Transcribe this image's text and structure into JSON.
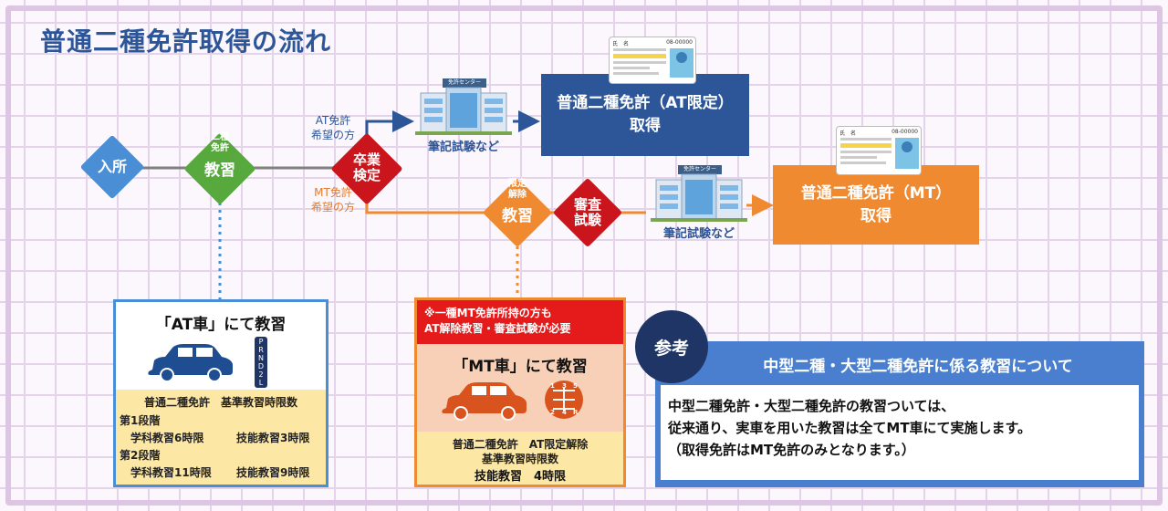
{
  "title": "普通二種免許取得の流れ",
  "flow": {
    "entry": "入所",
    "training_small": "二種\n免許",
    "training_main": "教習",
    "graduation": "卒業\n検定",
    "route_at": "AT免許\n希望の方",
    "route_mt": "MT免許\n希望の方",
    "limit_small": "限定\n解除",
    "limit_main": "教習",
    "review": "審査\n試験",
    "center_sign": "免許センター",
    "written_test": "筆記試験など",
    "result_at": "普通二種免許（AT限定）\n取得",
    "result_mt": "普通二種免許（MT）\n取得"
  },
  "license_card": {
    "header": "氏　名",
    "right": "08-00000"
  },
  "at_box": {
    "title": "「AT車」にて教習",
    "gear": [
      "P",
      "R",
      "N",
      "D",
      "2",
      "L"
    ],
    "rows": [
      "普通二種免許　基準教習時限数",
      "第1段階",
      "学科教習6時限",
      "技能教習3時限",
      "第2段階",
      "学科教習11時限",
      "技能教習9時限"
    ]
  },
  "mt_box": {
    "note": "※一種MT免許所持の方も\nAT解除教習・審査試験が必要",
    "title": "「MT車」にて教習",
    "gear": [
      "1",
      "3",
      "5",
      "2",
      "4",
      "R"
    ],
    "rows": [
      "普通二種免許　AT限定解除",
      "基準教習時限数",
      "技能教習　4時限"
    ]
  },
  "ref": {
    "badge": "参考",
    "header": "中型二種・大型二種免許に係る教習について",
    "lines": [
      "中型二種免許・大型二種免許の教習ついては、",
      "従来通り、実車を用いた教習は全てMT車にて実施します。",
      "（取得免許はMT免許のみとなります。）"
    ]
  },
  "colors": {
    "blue": "#2d5699",
    "lightblue": "#4a8fd6",
    "green": "#58a93d",
    "red": "#c9151b",
    "orange": "#ef8a31",
    "cream": "#fde7a4",
    "peach": "#f8d0b7",
    "navy": "#1e3566"
  }
}
